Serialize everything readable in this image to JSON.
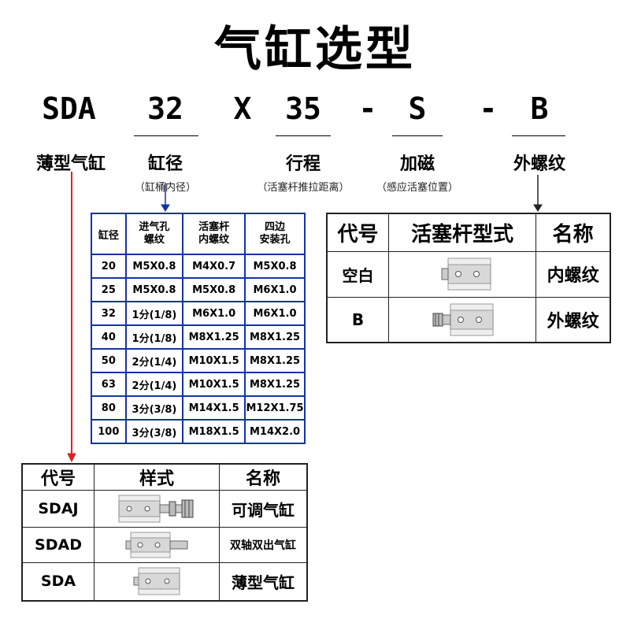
{
  "title": "气缸选型",
  "code": {
    "parts": [
      "SDA",
      "32",
      "X",
      "35",
      "-",
      "S",
      "-",
      "B"
    ]
  },
  "labels": {
    "series": "薄型气缸",
    "bore": "缸径",
    "bore_note": "（缸桶内径）",
    "stroke": "行程",
    "stroke_note": "（活塞杆推拉距离）",
    "magnet": "加磁",
    "magnet_note": "（感应活塞位置）",
    "thread": "外螺纹"
  },
  "spec_table": {
    "headers": [
      "缸径",
      "进气孔\n螺纹",
      "活塞杆\n内螺纹",
      "四边\n安装孔"
    ],
    "rows": [
      [
        "20",
        "M5X0.8",
        "M4X0.7",
        "M5X0.8"
      ],
      [
        "25",
        "M5X0.8",
        "M5X0.8",
        "M6X1.0"
      ],
      [
        "32",
        "1分(1/8)",
        "M6X1.0",
        "M6X1.0"
      ],
      [
        "40",
        "1分(1/8)",
        "M8X1.25",
        "M8X1.25"
      ],
      [
        "50",
        "2分(1/4)",
        "M10X1.5",
        "M8X1.25"
      ],
      [
        "63",
        "2分(1/4)",
        "M10X1.5",
        "M8X1.25"
      ],
      [
        "80",
        "3分(3/8)",
        "M14X1.5",
        "M12X1.75"
      ],
      [
        "100",
        "3分(3/8)",
        "M18X1.5",
        "M14X2.0"
      ]
    ]
  },
  "rod_table": {
    "headers": [
      "代号",
      "活塞杆型式",
      "名称"
    ],
    "rows": [
      {
        "code": "空白",
        "name": "内螺纹",
        "icon": "internal-thread-cylinder-icon"
      },
      {
        "code": "B",
        "name": "外螺纹",
        "icon": "external-thread-cylinder-icon"
      }
    ]
  },
  "model_table": {
    "headers": [
      "代号",
      "样式",
      "名称"
    ],
    "rows": [
      {
        "code": "SDAJ",
        "name": "可调气缸",
        "icon": "adjustable-cylinder-icon"
      },
      {
        "code": "SDAD",
        "name": "双轴双出气缸",
        "icon": "double-rod-cylinder-icon"
      },
      {
        "code": "SDA",
        "name": "薄型气缸",
        "icon": "thin-cylinder-icon"
      }
    ]
  },
  "colors": {
    "spec_border": "#1433a8",
    "series_arrow": "#e02020",
    "bore_arrow": "#1433a8"
  }
}
